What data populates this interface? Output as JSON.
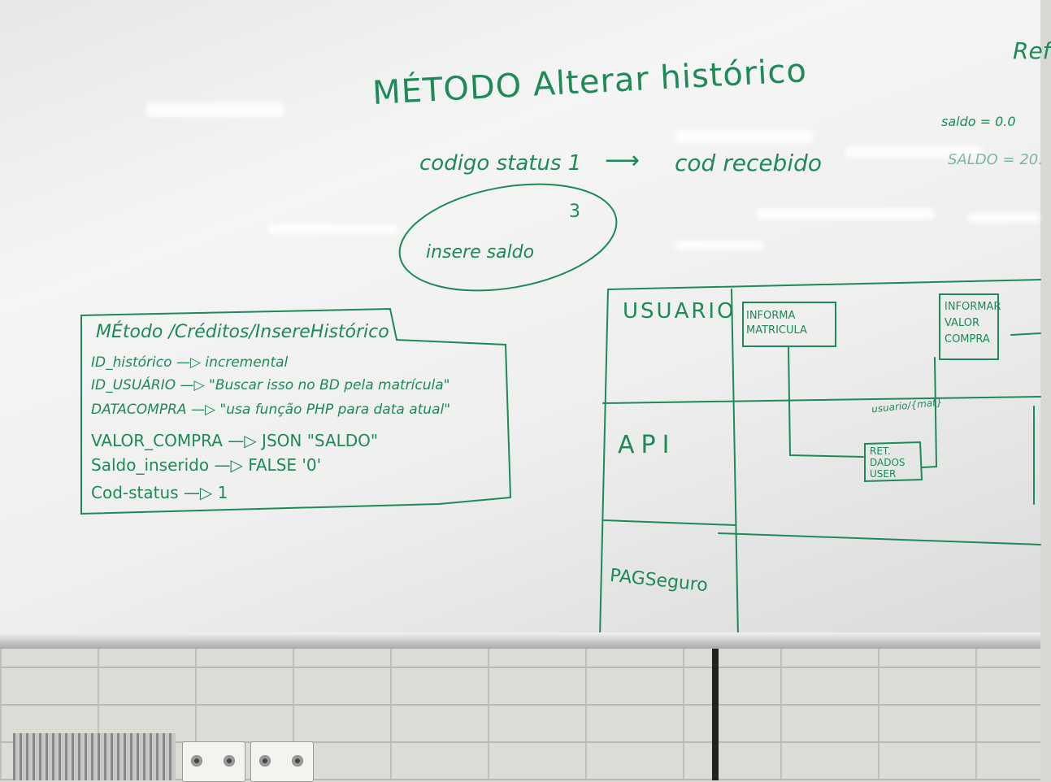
{
  "whiteboard": {
    "top_title": "MÉTODO  Alterar histórico",
    "flow": {
      "left": "codigo status 1",
      "arrow": "⟶",
      "right": "cod recebido",
      "circle_number": "3",
      "circle_label": "insere saldo"
    },
    "right_notes": {
      "ref": "Ref",
      "saldo_line": "saldo = 0.0",
      "saldo_line2": "SALDO = 20."
    },
    "method_box": {
      "title": "MÉtodo   /Créditos/InsereHistórico",
      "rows": [
        "ID_histórico —▷ incremental",
        "ID_USUÁRIO —▷ \"Buscar isso no BD pela matrícula\"",
        "DATACOMPRA —▷ \"usa função PHP para data atual\"",
        "VALOR_COMPRA —▷ JSON \"SALDO\"",
        "Saldo_inserido —▷ FALSE '0'",
        "Cod-status —▷ 1"
      ]
    },
    "swimlanes": {
      "lane1": "USUARIO",
      "lane2": "API",
      "lane3": "PAGSeguro",
      "box_informa": "INFORMA MATRICULA",
      "box_informar_valor": "INFORMAR VALOR COMPRA",
      "box_ret": "RET. DADOS USER",
      "edge_label": "usuario/{mat}"
    }
  },
  "colors": {
    "marker": "#1d8a57",
    "board": "#f1f2f1",
    "wall": "#dcdbd6"
  }
}
